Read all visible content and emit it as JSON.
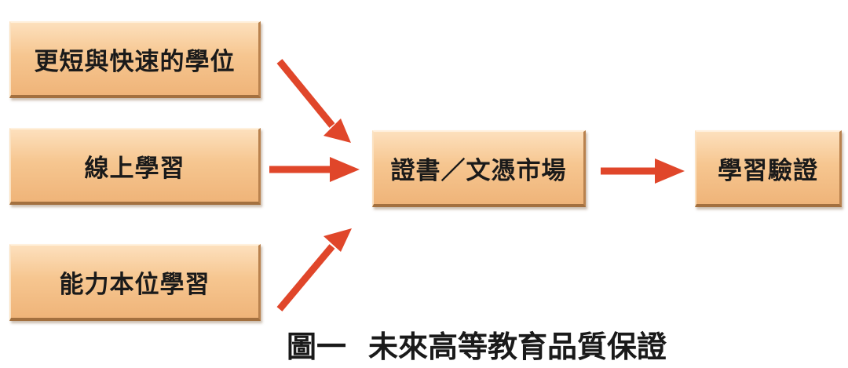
{
  "nodes": {
    "shorter_faster_degree": "更短與快速的學位",
    "online_learning": "線上學習",
    "competency_based_learning": "能力本位學習",
    "certificates_market": "證書／文憑市場",
    "learning_verification": "學習驗證"
  },
  "caption": {
    "number": "圖一",
    "title": "未來高等教育品質保證"
  },
  "colors": {
    "box_fill": "#f6c690",
    "arrow": "#e0462a",
    "text": "#1a1a1a"
  }
}
